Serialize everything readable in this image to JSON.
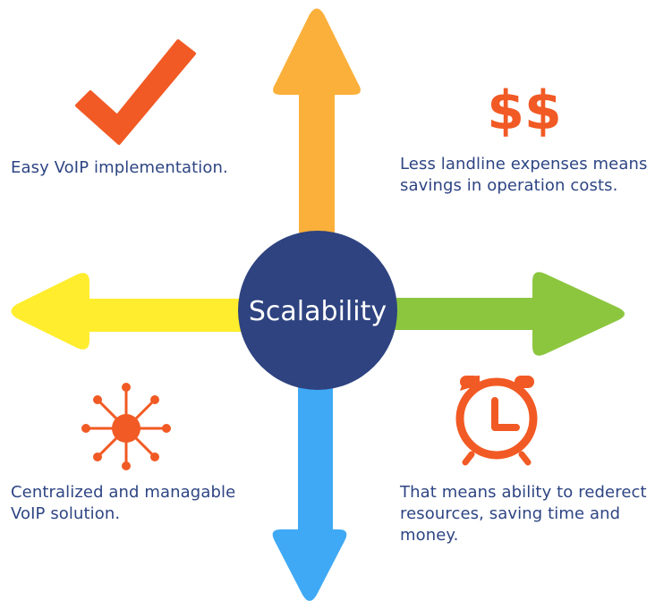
{
  "center": {
    "title": "Scalability",
    "color": "#2e4380"
  },
  "arrows": {
    "up_color": "#fbb03b",
    "right_color": "#8cc63f",
    "down_color": "#3fa9f5",
    "left_color": "#ffed2e"
  },
  "icons": {
    "accent_color": "#f15a24",
    "top_left": "checkmark-icon",
    "top_right": "dollar-icon",
    "bottom_left": "network-hub-icon",
    "bottom_right": "alarm-clock-icon",
    "dollar_text": "$$"
  },
  "captions": {
    "top_left": "Easy VoIP implementation.",
    "top_right": "Less landline expenses means savings in operation costs.",
    "bottom_left": "Centralized and managable VoIP solution.",
    "bottom_right": "That means ability to rederect resources, saving time and money."
  }
}
